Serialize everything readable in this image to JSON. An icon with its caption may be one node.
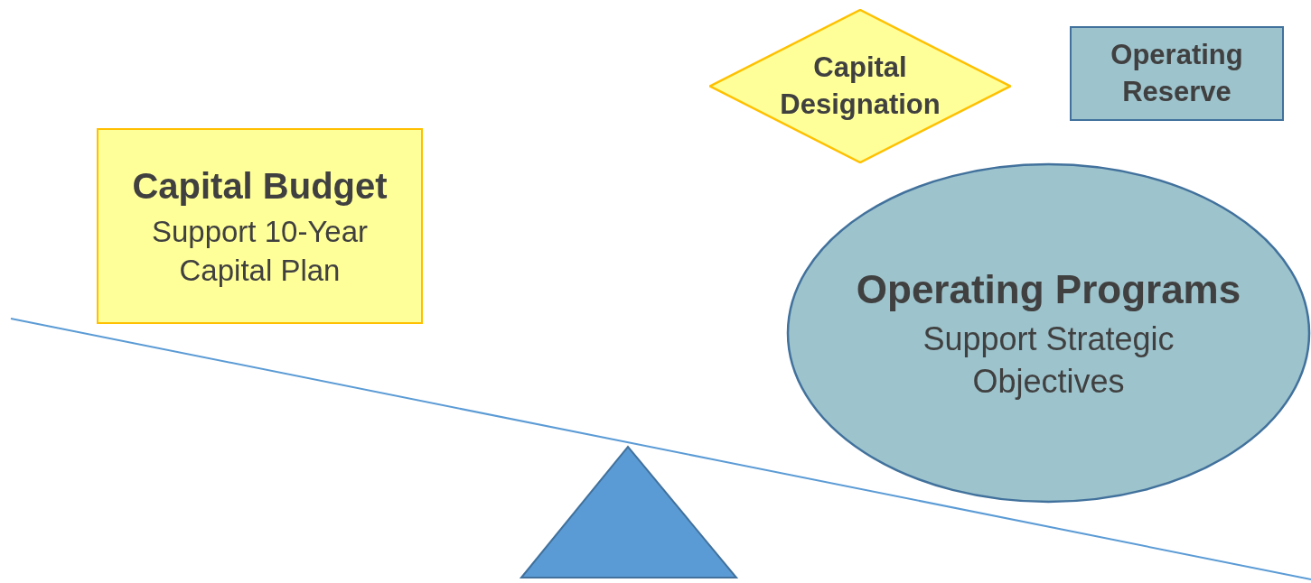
{
  "diagram": {
    "nodes": [
      {
        "text": [
          "Capital Budget",
          "Support 10-Year Capital Plan"
        ]
      },
      {
        "text": [
          "Capital Designation"
        ]
      },
      {
        "text": [
          "Operating Reserve"
        ]
      },
      {
        "text": [
          "Operating Programs",
          "Support Strategic Objectives"
        ]
      }
    ]
  }
}
